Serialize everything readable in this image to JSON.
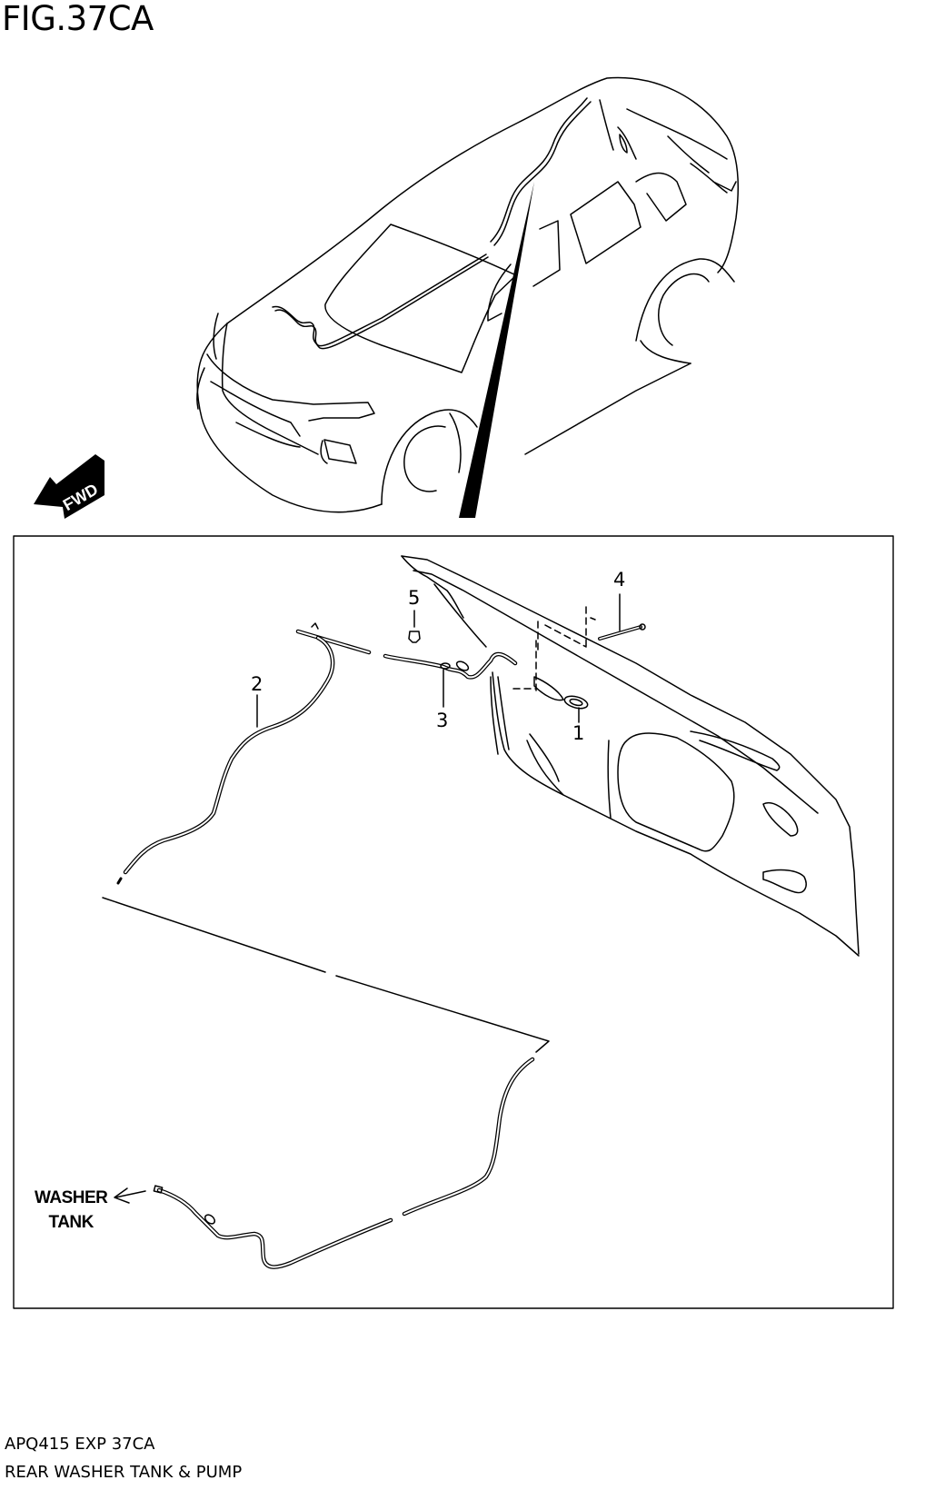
{
  "figure": {
    "title": "FIG.37CA",
    "fwd_indicator": "FWD"
  },
  "detail_panel": {
    "callouts": [
      {
        "id": "1",
        "label": "1"
      },
      {
        "id": "2",
        "label": "2"
      },
      {
        "id": "3",
        "label": "3"
      },
      {
        "id": "4",
        "label": "4"
      },
      {
        "id": "5",
        "label": "5"
      }
    ],
    "annotation": {
      "line1": "WASHER",
      "line2": "TANK"
    }
  },
  "footer": {
    "code": "APQ415 EXP 37CA",
    "description": "REAR WASHER TANK & PUMP"
  },
  "colors": {
    "line": "#000000",
    "background": "#ffffff"
  }
}
